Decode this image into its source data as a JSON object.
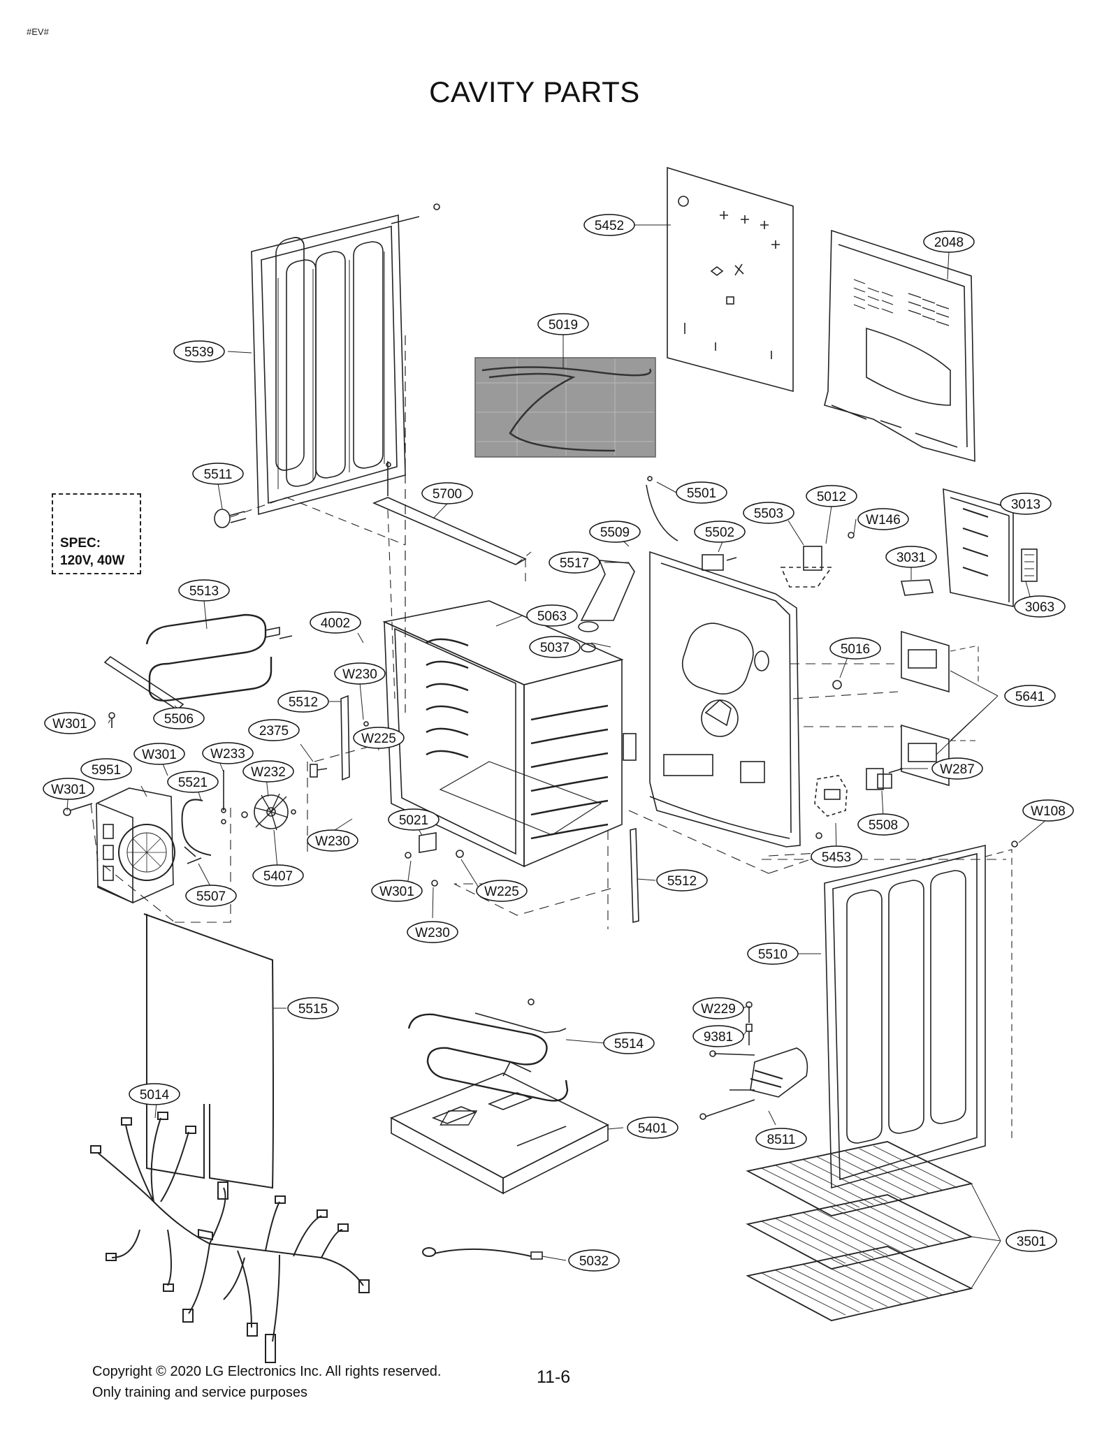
{
  "header": {
    "tag": "#EV#",
    "title": "CAVITY PARTS"
  },
  "spec_box": {
    "text": "SPEC:\n120V, 40W"
  },
  "footer": {
    "copyright_line1": "Copyright ©  2020 LG Electronics Inc. All rights reserved.",
    "copyright_line2": "Only training and service purposes",
    "page_number": "11-6"
  },
  "callouts": [
    {
      "id": "5452",
      "label": "5452"
    },
    {
      "id": "2048",
      "label": "2048"
    },
    {
      "id": "5019",
      "label": "5019"
    },
    {
      "id": "5539",
      "label": "5539"
    },
    {
      "id": "5511",
      "label": "5511"
    },
    {
      "id": "5700",
      "label": "5700"
    },
    {
      "id": "5501",
      "label": "5501"
    },
    {
      "id": "5012",
      "label": "5012"
    },
    {
      "id": "3013",
      "label": "3013"
    },
    {
      "id": "5503",
      "label": "5503"
    },
    {
      "id": "W146",
      "label": "W146"
    },
    {
      "id": "5509",
      "label": "5509"
    },
    {
      "id": "5502",
      "label": "5502"
    },
    {
      "id": "3031",
      "label": "3031"
    },
    {
      "id": "5517",
      "label": "5517"
    },
    {
      "id": "3063",
      "label": "3063"
    },
    {
      "id": "5513",
      "label": "5513"
    },
    {
      "id": "5063",
      "label": "5063"
    },
    {
      "id": "4002",
      "label": "4002"
    },
    {
      "id": "5037",
      "label": "5037"
    },
    {
      "id": "5016",
      "label": "5016"
    },
    {
      "id": "W230a",
      "label": "W230"
    },
    {
      "id": "W301a",
      "label": "W301"
    },
    {
      "id": "5512a",
      "label": "5512"
    },
    {
      "id": "5641",
      "label": "5641"
    },
    {
      "id": "5506",
      "label": "5506"
    },
    {
      "id": "2375",
      "label": "2375"
    },
    {
      "id": "W225a",
      "label": "W225"
    },
    {
      "id": "W233",
      "label": "W233"
    },
    {
      "id": "W301b",
      "label": "W301"
    },
    {
      "id": "5951",
      "label": "5951"
    },
    {
      "id": "W232",
      "label": "W232"
    },
    {
      "id": "W287",
      "label": "W287"
    },
    {
      "id": "5521",
      "label": "5521"
    },
    {
      "id": "W301c",
      "label": "W301"
    },
    {
      "id": "5021",
      "label": "5021"
    },
    {
      "id": "5508",
      "label": "5508"
    },
    {
      "id": "W108",
      "label": "W108"
    },
    {
      "id": "W230b",
      "label": "W230"
    },
    {
      "id": "5453",
      "label": "5453"
    },
    {
      "id": "5407",
      "label": "5407"
    },
    {
      "id": "5512b",
      "label": "5512"
    },
    {
      "id": "5507",
      "label": "5507"
    },
    {
      "id": "W301d",
      "label": "W301"
    },
    {
      "id": "W225b",
      "label": "W225"
    },
    {
      "id": "W230c",
      "label": "W230"
    },
    {
      "id": "5510",
      "label": "5510"
    },
    {
      "id": "5515",
      "label": "5515"
    },
    {
      "id": "W229",
      "label": "W229"
    },
    {
      "id": "9381",
      "label": "9381"
    },
    {
      "id": "5514",
      "label": "5514"
    },
    {
      "id": "5014",
      "label": "5014"
    },
    {
      "id": "5401",
      "label": "5401"
    },
    {
      "id": "8511",
      "label": "8511"
    },
    {
      "id": "3501",
      "label": "3501"
    },
    {
      "id": "5032",
      "label": "5032"
    }
  ]
}
